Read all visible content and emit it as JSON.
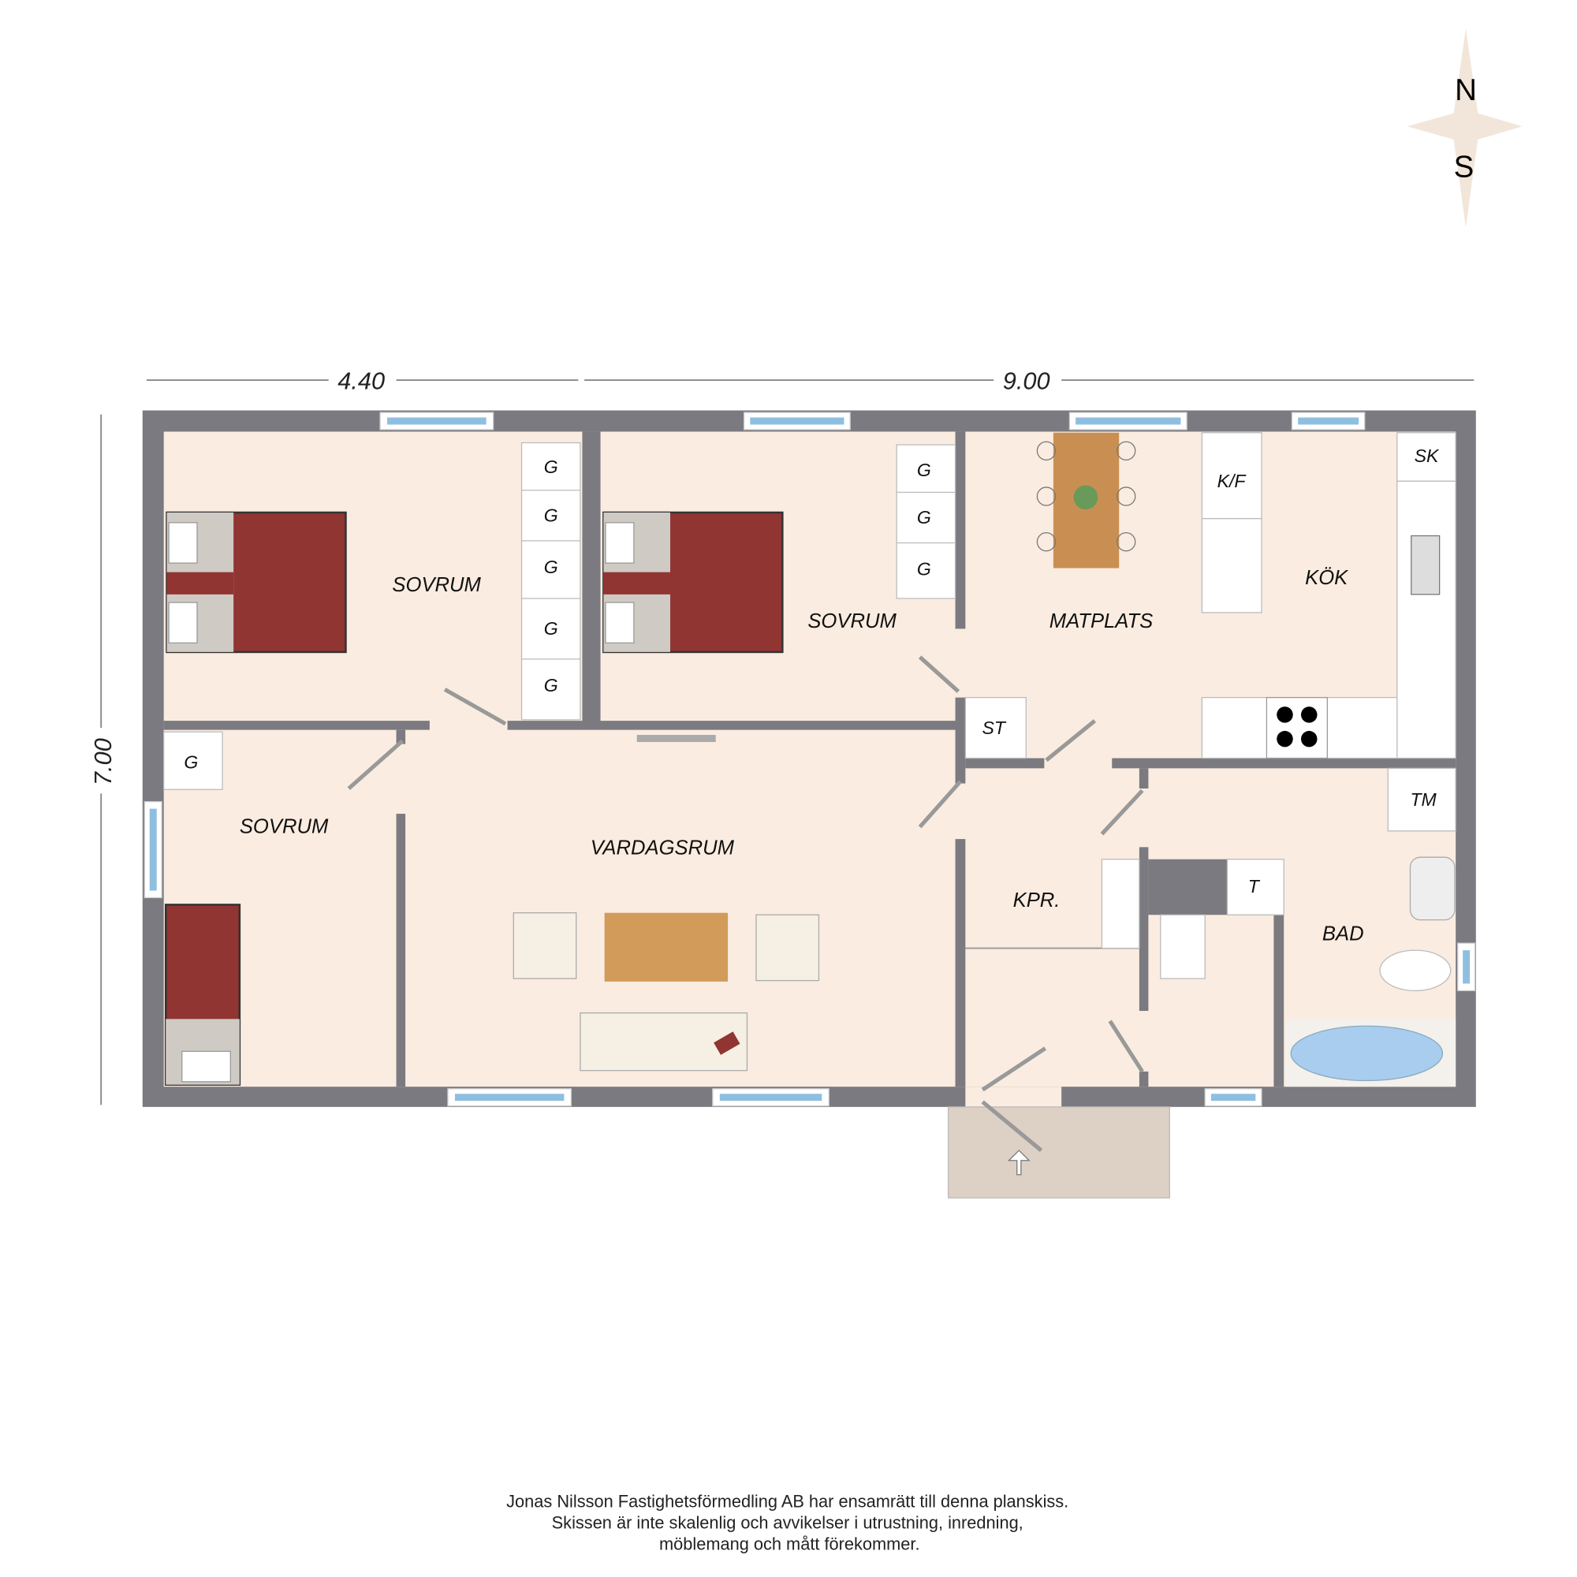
{
  "compass": {
    "north": "N",
    "south": "S"
  },
  "dimensions": {
    "width_left": "4.40",
    "width_right": "9.00",
    "depth": "7.00"
  },
  "rooms": {
    "bedroom_1": "SOVRUM",
    "bedroom_2": "SOVRUM",
    "bedroom_3": "SOVRUM",
    "living_room": "VARDAGSRUM",
    "dining": "MATPLATS",
    "kitchen": "KÖK",
    "hall": "KPR.",
    "bathroom": "BAD"
  },
  "fixtures": {
    "wardrobe": "G",
    "fridge_freezer": "K/F",
    "cabinet": "SK",
    "storage": "ST",
    "washing_machine": "TM",
    "dryer": "T"
  },
  "disclaimer": [
    "Jonas Nilsson Fastighetsförmedling AB har ensamrätt till denna planskiss.",
    "Skissen är inte skalenlig och avvikelser i utrustning, inredning,",
    "möblemang och mått förekommer."
  ],
  "colors": {
    "wall": "#7b7a80",
    "floor": "#faece0",
    "bed": "#913532",
    "window": "#8fbfe0"
  }
}
